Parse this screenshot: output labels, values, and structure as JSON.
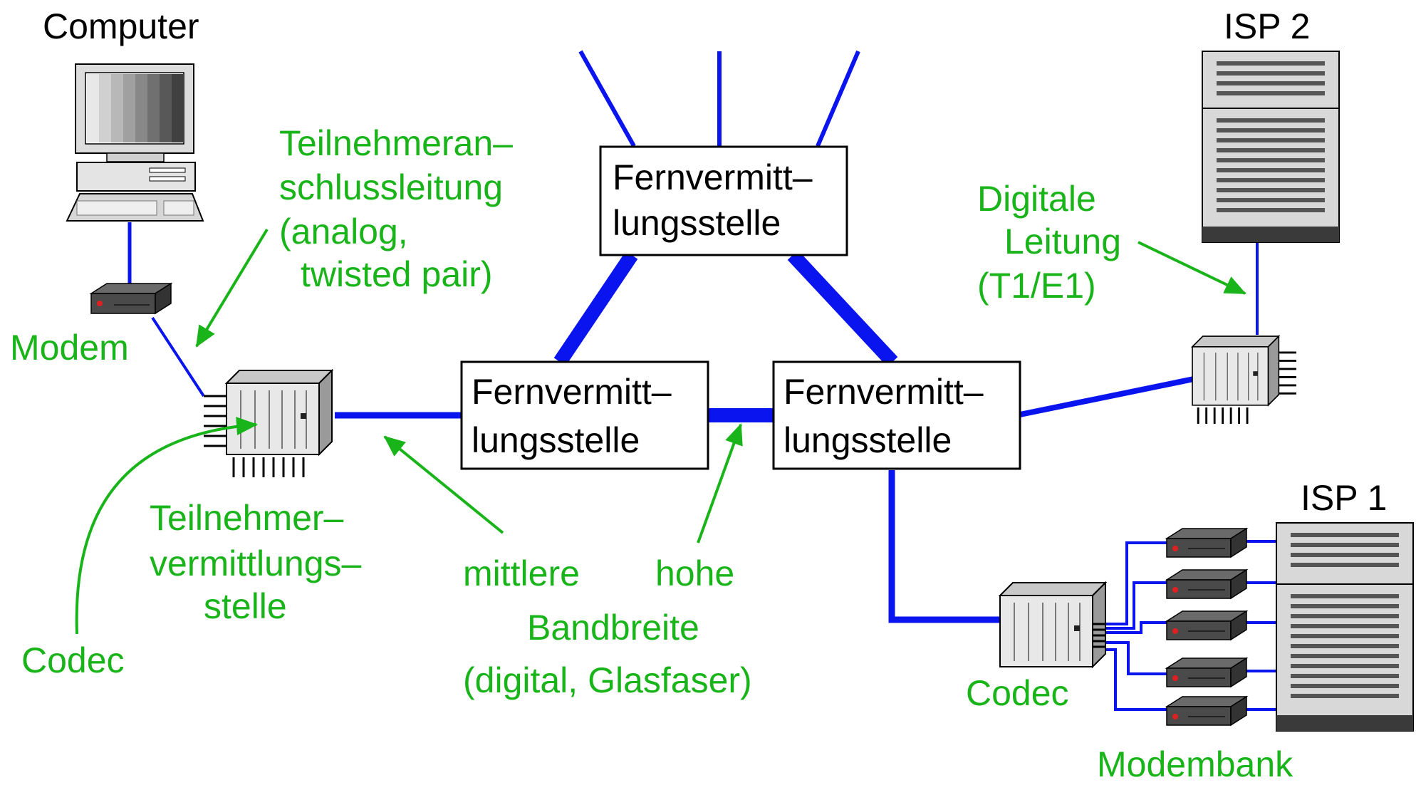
{
  "colors": {
    "link": "#0a14ee",
    "annotation": "#19b419",
    "text": "#000000",
    "background": "#ffffff"
  },
  "labels": {
    "computer": "Computer",
    "isp2": "ISP 2",
    "isp1": "ISP 1",
    "modem": "Modem",
    "codec_left": "Codec",
    "codec_right": "Codec",
    "modembank": "Modembank"
  },
  "switch_top": {
    "line1": "Fernvermitt–",
    "line2": "lungsstelle"
  },
  "switch_left": {
    "line1": "Fernvermitt–",
    "line2": "lungsstelle"
  },
  "switch_right": {
    "line1": "Fernvermitt–",
    "line2": "lungsstelle"
  },
  "local_loop": {
    "line1": "Teilnehmeran–",
    "line2": "schlussleitung",
    "line3": "(analog,",
    "line4": "twisted pair)"
  },
  "local_exchange": {
    "line1": "Teilnehmer–",
    "line2": "vermittlungs–",
    "line3": "stelle"
  },
  "digital_line": {
    "line1": "Digitale",
    "line2": "Leitung",
    "line3": "(T1/E1)"
  },
  "bandwidth": {
    "medium": "mittlere",
    "high": "hohe",
    "word": "Bandbreite",
    "medium_type": "(digital, Glasfaser)"
  },
  "icons": {
    "computer": "desktop-computer-icon",
    "modem": "modem-icon",
    "switch": "switch-cabinet-icon",
    "server": "server-tower-icon"
  }
}
